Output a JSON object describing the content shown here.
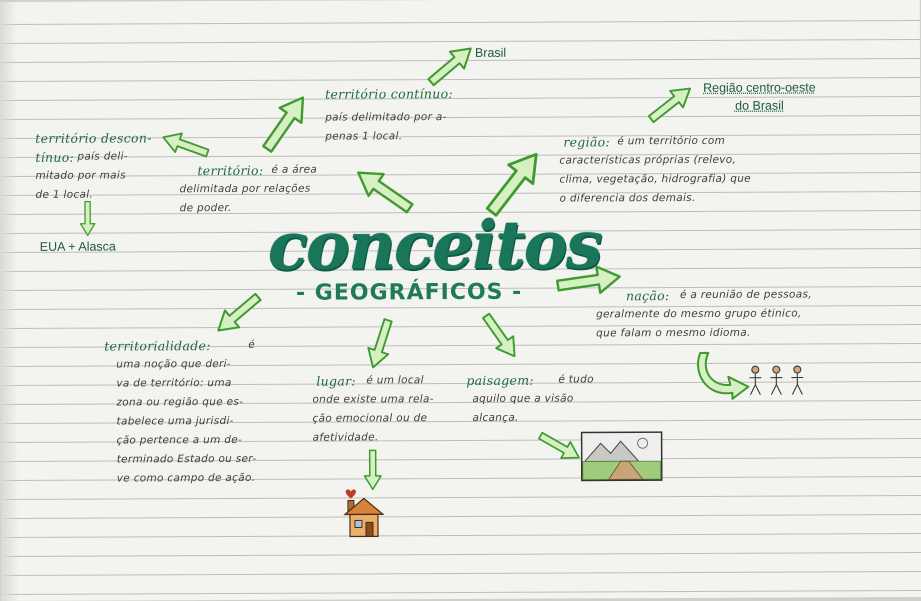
{
  "title": "conceitos",
  "subtitle": "- GEOGRÁFICOS -",
  "brasil_label": "Brasil",
  "territorio_continuo": {
    "term": "território contínuo:",
    "lines": "país delimitado por a-\npenas 1 local."
  },
  "territorio_descontinuo": {
    "term": "território descon-\ntínuo:",
    "rest": " país deli-\nmitado por mais\nde 1 local."
  },
  "eua_alasca": "EUA + Alasca",
  "territorio": {
    "term": "território:",
    "rest": " é a área\ndelimitada por relações\nde poder."
  },
  "regiao_centro_oeste": "Região centro-oeste\ndo Brasil",
  "regiao": {
    "term": "região:",
    "rest": " é um território com\ncaracterísticas próprias (relevo,\nclima, vegetação, hidrografia) que\no diferencia dos demais."
  },
  "nacao": {
    "term": "nação:",
    "rest": " é a reunião de pessoas,\ngeralmente do mesmo grupo étinico,\nque falam o mesmo idioma."
  },
  "territorialidade": {
    "term": "territorialidade:",
    "rest": " é\numa noção que deri-\nva de território: uma\nzona ou região que es-\ntabelece uma jurisdi-\nção pertence a um de-\nterminado Estado ou ser-\nve como campo de ação."
  },
  "lugar": {
    "term": "lugar:",
    "rest": " é um local\nonde existe uma rela-\nção emocional ou de\nafetividade."
  },
  "paisagem": {
    "term": "paisagem:",
    "rest": " é tudo\naquilo que a visão\nalcança."
  },
  "colors": {
    "ink_green": "#1f6b3c",
    "title_green": "#19765a",
    "arrow_fill": "#d6f0c4",
    "arrow_stroke": "#3f9a2f"
  },
  "icons": [
    "house-icon",
    "heart-icon",
    "people-icon",
    "landscape-picture-icon"
  ]
}
